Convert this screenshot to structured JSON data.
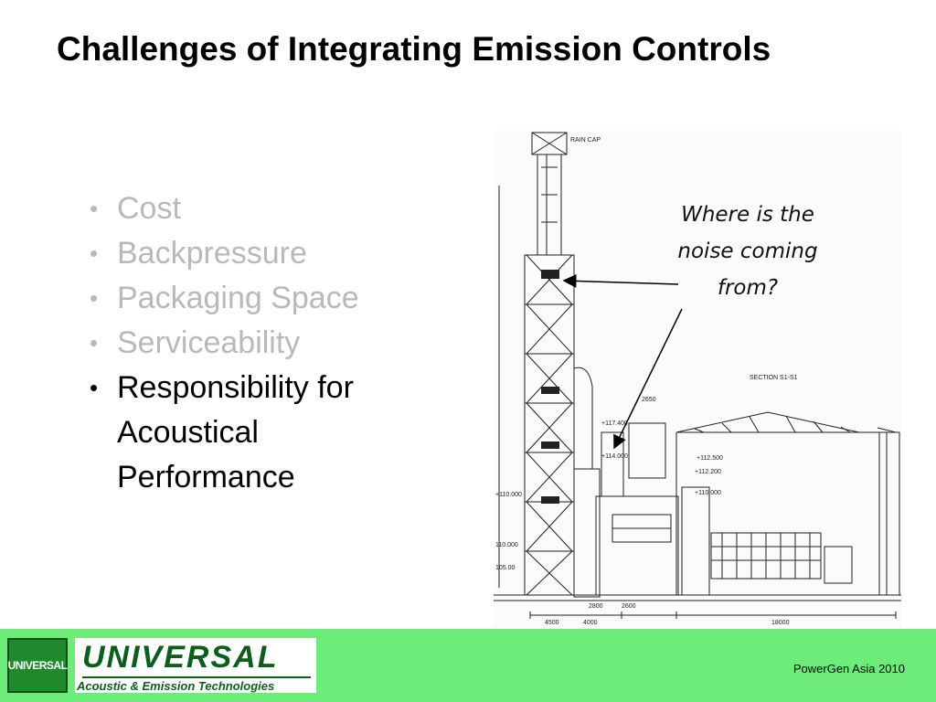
{
  "slide": {
    "title": "Challenges of Integrating Emission Controls",
    "bullets": [
      {
        "text": "Cost",
        "state": "faded"
      },
      {
        "text": "Backpressure",
        "state": "faded"
      },
      {
        "text": "Packaging Space",
        "state": "faded"
      },
      {
        "text": "Serviceability",
        "state": "faded"
      },
      {
        "text": "Responsibility for Acoustical Performance",
        "state": "active"
      }
    ],
    "bullet_glyph": "•",
    "callout": "Where is the noise coming from?",
    "drawing": {
      "labels": {
        "section": "SECTION S1-S1",
        "rain_cap": "RAIN CAP",
        "elev_1": "+117.400",
        "elev_2": "+114.000",
        "elev_3": "+110.000",
        "elev_4": "+112.200",
        "elev_5": "+110.000",
        "elev_6": "+112.500",
        "dim_1": "2650",
        "dim_2": "2800",
        "dim_3": "4500",
        "dim_4": "4000",
        "dim_5": "18000",
        "dim_6": "2600",
        "dim_7": "110.000",
        "dim_8": "105.00"
      }
    }
  },
  "footer": {
    "logo_text": "UNIVERSAL",
    "brand_name": "UNIVERSAL",
    "brand_tagline": "Acoustic & Emission Technologies",
    "event": "PowerGen Asia 2010"
  },
  "colors": {
    "footer_bg": "#6eec7a",
    "brand_green": "#0d5e1c",
    "faded_text": "#b9b9b9"
  }
}
